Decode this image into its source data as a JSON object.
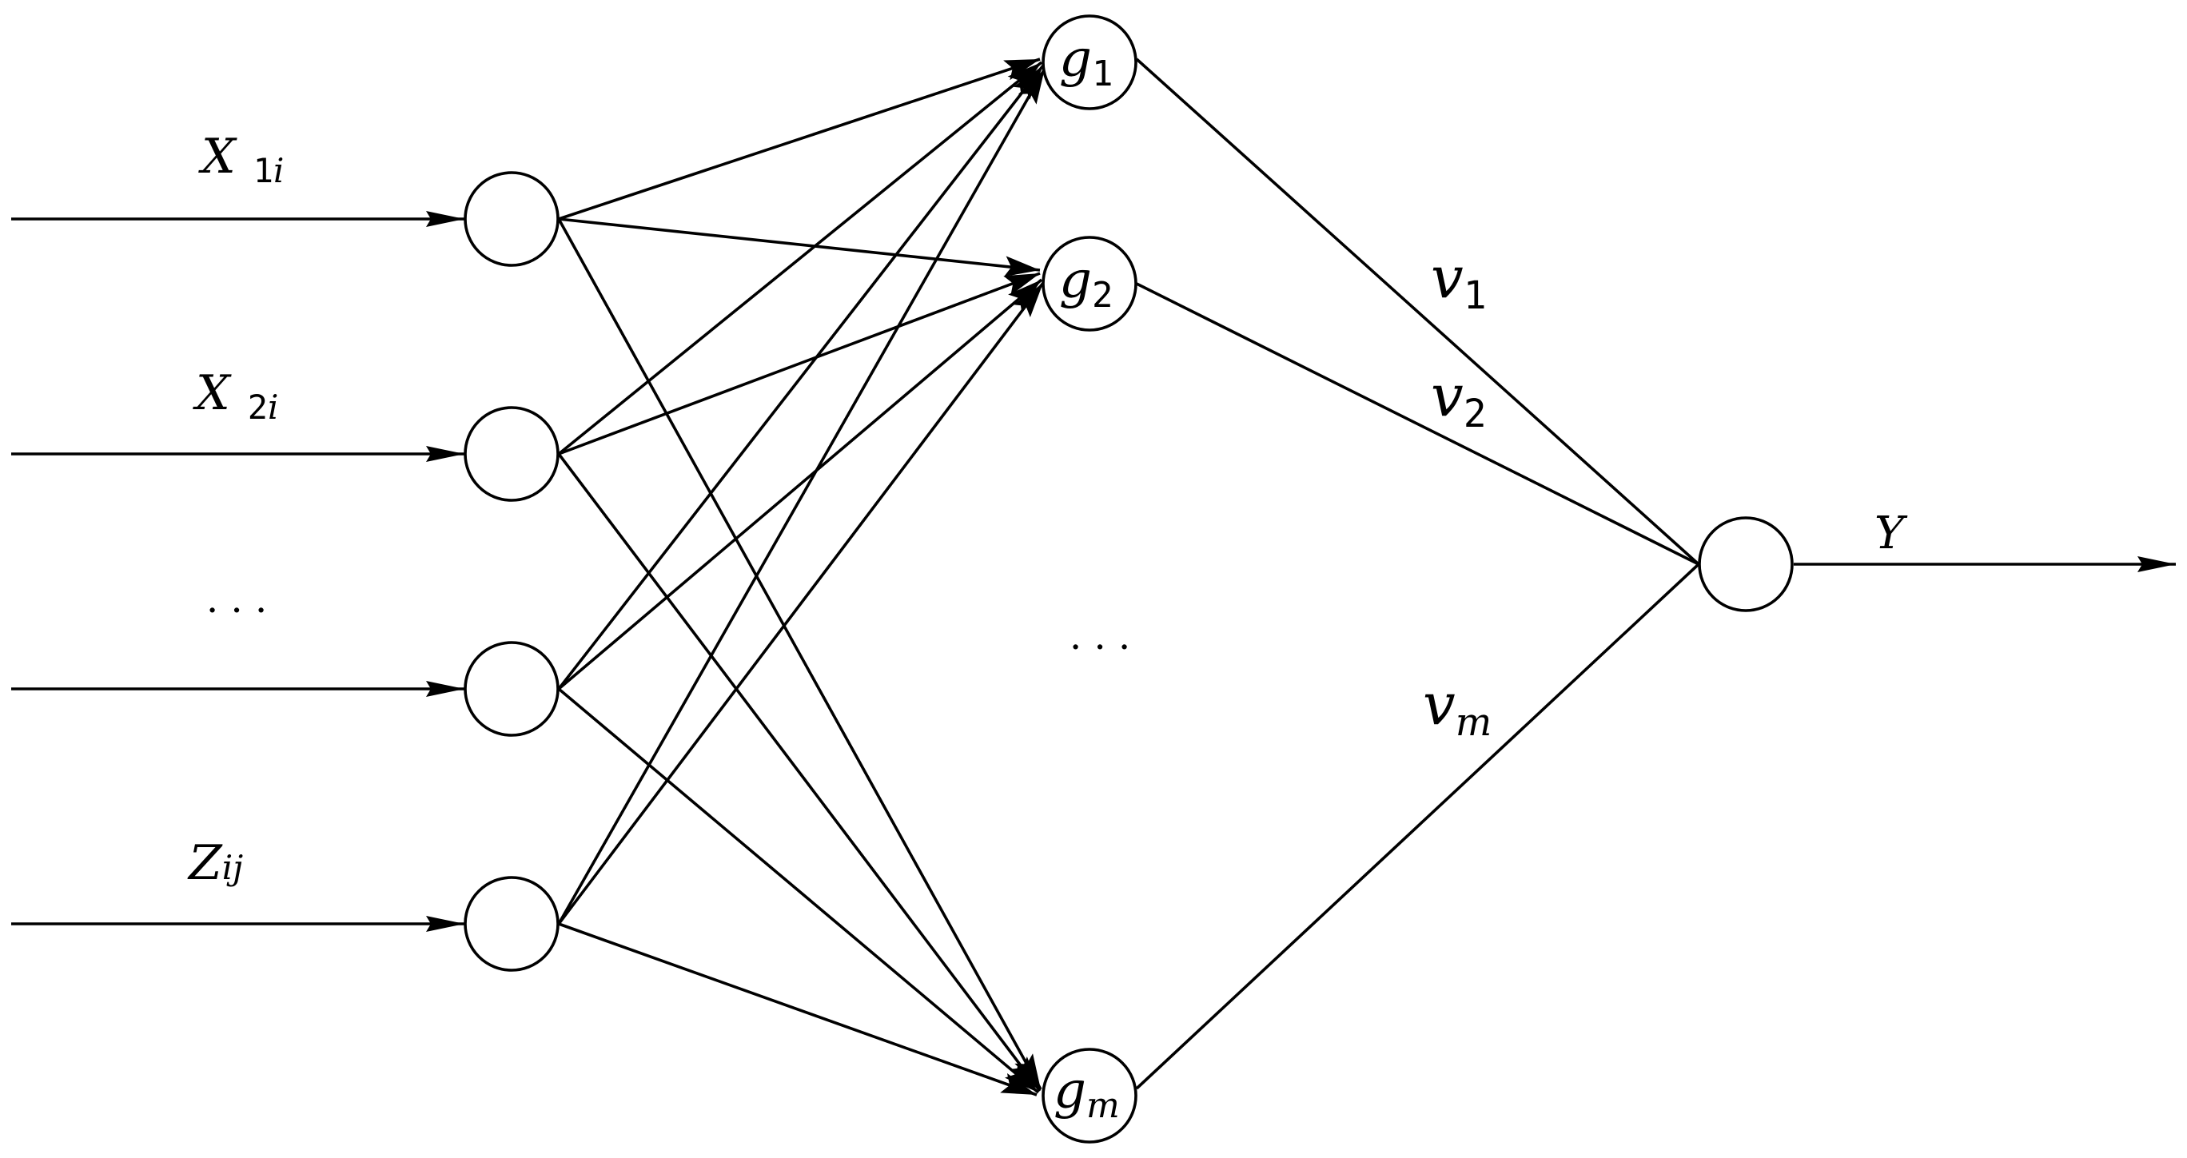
{
  "diagram": {
    "inputs": [
      {
        "id": "x1",
        "base": "X",
        "sub": "1",
        "subi": "i"
      },
      {
        "id": "x2",
        "base": "X",
        "sub": "2",
        "subi": "i"
      },
      {
        "id": "dots",
        "ellipsis": "· · ·"
      },
      {
        "id": "z",
        "base": "Z",
        "sub": "",
        "subi": "ij"
      }
    ],
    "hidden": [
      {
        "id": "g1",
        "base": "g",
        "sub": "1"
      },
      {
        "id": "g2",
        "base": "g",
        "sub": "2"
      },
      {
        "id": "gm",
        "base": "g",
        "sub": "m"
      }
    ],
    "hidden_ellipsis": "· · ·",
    "weights": [
      {
        "id": "v1",
        "base": "v",
        "sub": "1"
      },
      {
        "id": "v2",
        "base": "v",
        "sub": "2"
      },
      {
        "id": "vm",
        "base": "v",
        "sub": "m"
      }
    ],
    "output": {
      "label": "Y"
    }
  }
}
